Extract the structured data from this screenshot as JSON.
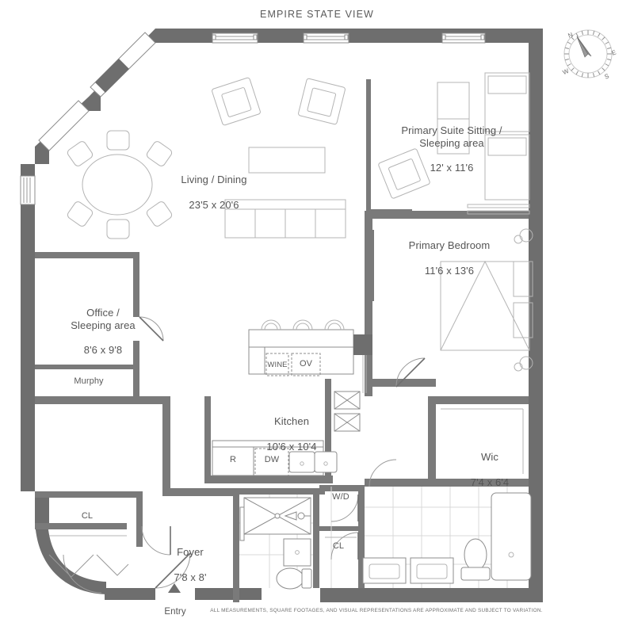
{
  "plan": {
    "top_heading": "EMPIRE STATE VIEW",
    "disclaimer": "ALL MEASUREMENTS, SQUARE FOOTAGES, AND VISUAL REPRESENTATIONS ARE APPROXIMATE AND SUBJECT TO VARIATION.",
    "entry_label": "Entry",
    "accent_wall_color": "#6e6e6e",
    "line_color": "#8c8c8c",
    "text_color": "#555555",
    "tile_color": "#d8d8d8"
  },
  "rooms": [
    {
      "id": "living-dining",
      "name": "Living / Dining",
      "dimensions": "23'5 x 20'6"
    },
    {
      "id": "primary-suite-sitting",
      "name": "Primary Suite Sitting /\nSleeping area",
      "dimensions": "12' x 11'6"
    },
    {
      "id": "primary-bedroom",
      "name": "Primary Bedroom",
      "dimensions": "11'6 x 13'6"
    },
    {
      "id": "office-sleeping",
      "name": "Office /\nSleeping area",
      "dimensions": "8'6 x 9'8"
    },
    {
      "id": "kitchen",
      "name": "Kitchen",
      "dimensions": "10'6 x 10'4"
    },
    {
      "id": "wic",
      "name": "Wic",
      "dimensions": "7'4 x 6'4"
    },
    {
      "id": "foyer",
      "name": "Foyer",
      "dimensions": "7'8 x 8'"
    }
  ],
  "annotations": {
    "murphy": "Murphy",
    "wine": "WINE",
    "oven": "OV",
    "refrigerator": "R",
    "dishwasher": "DW",
    "washer_dryer": "W/D",
    "closet_foyer": "CL",
    "closet_hall": "CL"
  },
  "compass": {
    "north": "N",
    "east": "E",
    "south": "S",
    "west": "W"
  }
}
